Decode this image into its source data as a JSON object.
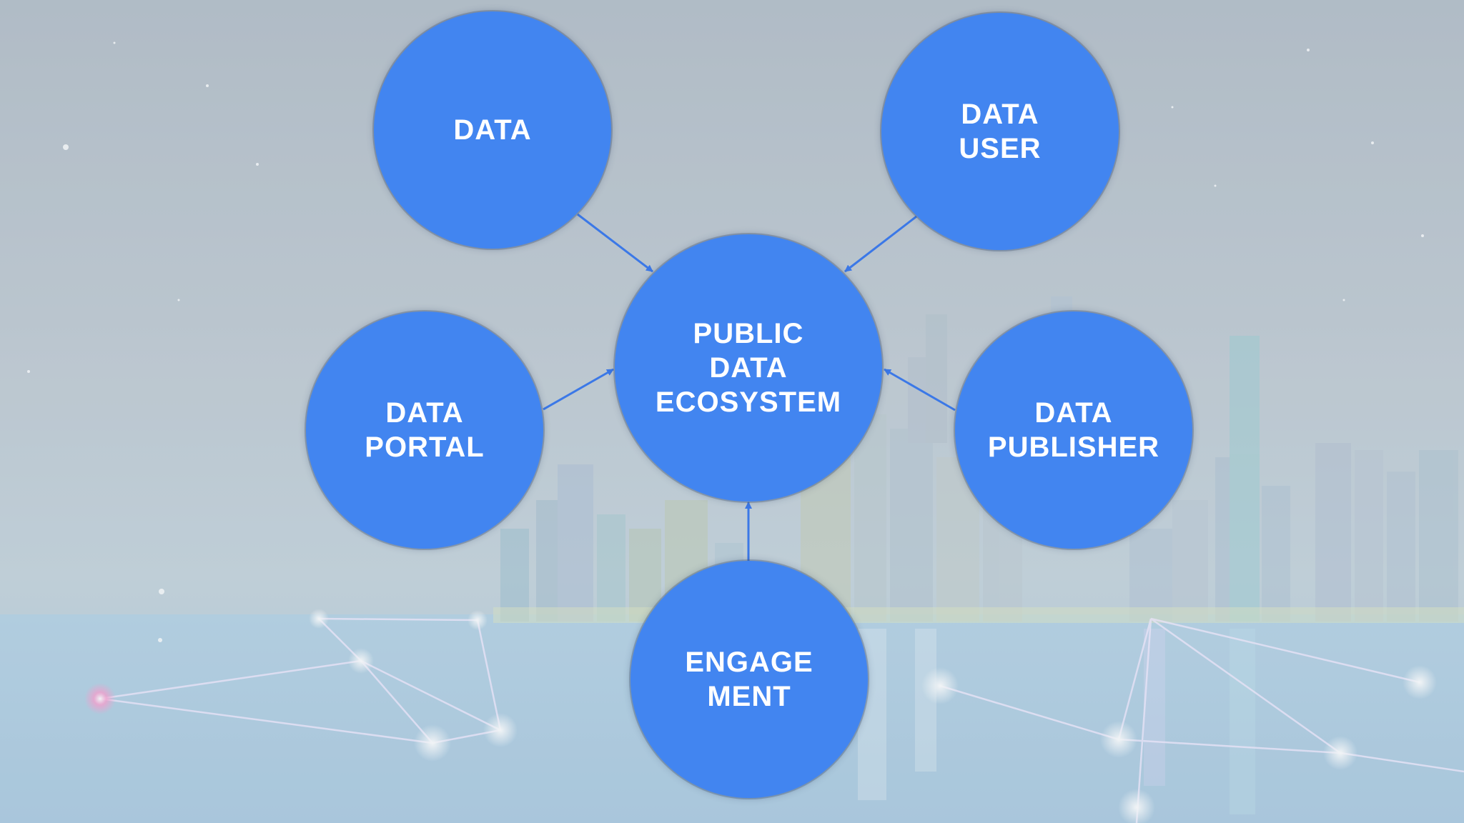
{
  "diagram": {
    "colors": {
      "node_fill": "#4285f0",
      "node_text": "#ffffff",
      "arrow": "#3b78e7",
      "background": "#b3bfc9"
    },
    "nodes": {
      "center": "PUBLIC\nDATA\nECOSYSTEM",
      "data": "DATA",
      "data_user": "DATA\nUSER",
      "data_portal": "DATA\nPORTAL",
      "data_publisher": "DATA\nPUBLISHER",
      "engagement": "ENGAGE\nMENT"
    },
    "edges": [
      {
        "from": "data",
        "to": "center"
      },
      {
        "from": "data_user",
        "to": "center"
      },
      {
        "from": "data_portal",
        "to": "center"
      },
      {
        "from": "data_publisher",
        "to": "center"
      },
      {
        "from": "engagement",
        "to": "center"
      }
    ]
  }
}
